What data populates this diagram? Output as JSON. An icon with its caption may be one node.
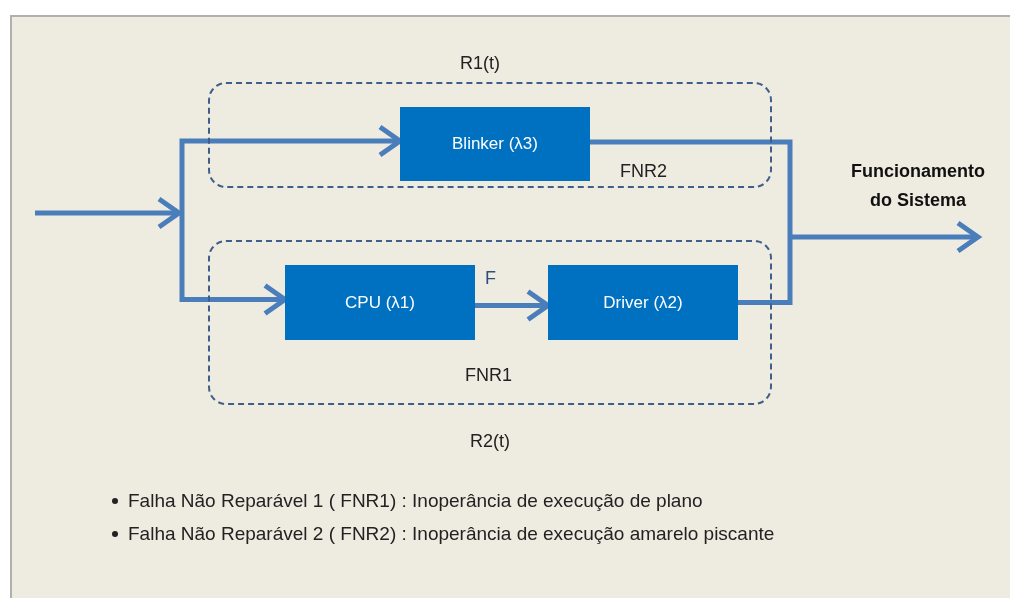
{
  "diagram": {
    "nodes": [
      {
        "text": [
          "FNR2"
        ],
        "beside": [
          "R1(t)"
        ]
      },
      {
        "text": [
          "Blinker (λ3)"
        ],
        "in": 0
      },
      {
        "text": [
          "FNR1"
        ],
        "beside": [
          "R2(t)"
        ]
      },
      {
        "text": [
          "CPU (λ1)"
        ],
        "in": 2
      },
      {
        "text": [
          "Driver (λ2)"
        ],
        "in": 2
      }
    ],
    "edges": [
      {
        "from": null,
        "to": 1,
        "arrow": "to"
      },
      {
        "from": null,
        "to": 3,
        "arrow": "to"
      },
      {
        "from": 1,
        "to": null,
        "arrow": "to"
      },
      {
        "from": 4,
        "to": null,
        "arrow": "to"
      },
      {
        "from": 3,
        "to": 4,
        "arrow": "to",
        "label": "F"
      }
    ],
    "labels": [
      "Funcionamento do Sistema",
      "Falha Não Reparável 1 ( FNR1) : Inoperância de execução de plano",
      "Falha Não Reparável 2 ( FNR2) : Inoperância de execução amarelo piscante"
    ]
  }
}
